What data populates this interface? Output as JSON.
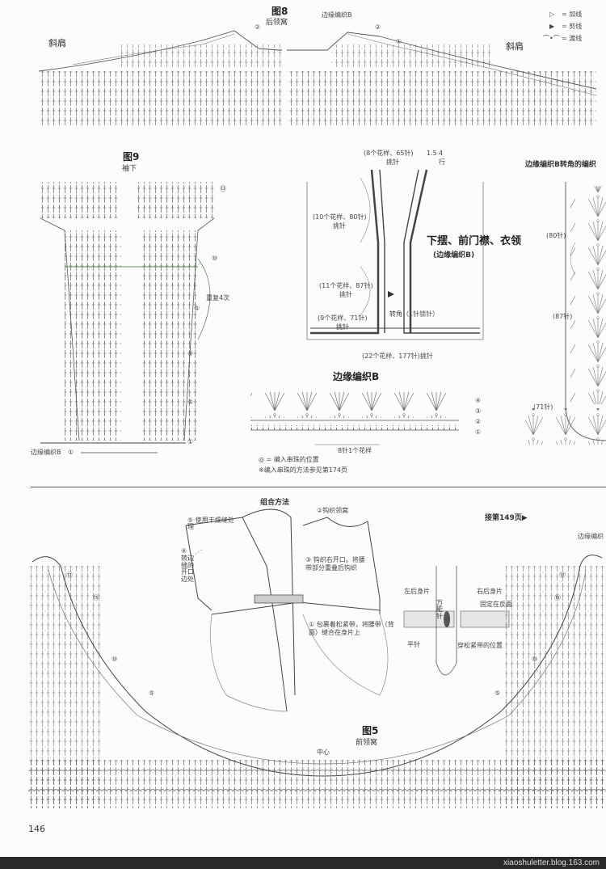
{
  "fig8": {
    "title": "图8",
    "subtitle": "后领窝",
    "left_label": "斜肩",
    "right_label": "斜肩",
    "edge_label": "边缘编织B",
    "markers": [
      "②",
      "②",
      "①"
    ]
  },
  "legend": {
    "add": "= 加线",
    "cut": "= 剪线",
    "chain": "= 渡线",
    "add_sym": "▷",
    "cut_sym": "▶",
    "chain_sym": "⌒•⌒"
  },
  "fig9": {
    "title": "图9",
    "subtitle": "袖下",
    "repeat": "重复4次",
    "edge_label": "边缘编织B",
    "markers": [
      "⑬",
      "⑩",
      "⑤",
      "⑨",
      "⑤",
      "①",
      "①"
    ]
  },
  "schematic": {
    "top": "(8个花样、65针)",
    "top_sub": "挑针",
    "top_right_a": "1.5",
    "top_right_b": "4",
    "top_right_c": "行",
    "left1": "(10个花样、80针)",
    "left1_sub": "挑针",
    "left2": "(11个花样、87针)",
    "left2_sub": "挑针",
    "left3": "(9个花样、71针)",
    "left3_sub": "挑针",
    "corner": "转角（1针锁针）",
    "bottom": "(22个花样、177针)挑针",
    "title": "下摆、前门襟、衣领",
    "title_sub": "(边缘编织B)"
  },
  "edgeB": {
    "title": "边缘编织B",
    "rows": [
      "④",
      "③",
      "②",
      "①"
    ],
    "repeat": "8针1个花样",
    "note1": "◎ = 编入串珠的位置",
    "note2": "※编入串珠的方法参见第174页"
  },
  "cornerB": {
    "title": "边缘编织B转角的编织",
    "c1": "(80针)",
    "c2": "(87针)",
    "c3": "(71针)"
  },
  "assembly": {
    "title": "组合方法",
    "s2": "②钩织领窝",
    "s5": "⑤ 使用干燥缝处理",
    "s4": "④ 转边缝的开口边处",
    "s3": "③ 钩织右开口。将腰带部分重叠后钩织",
    "s1": "① 包裹着松紧带，将腰带（背面）缝合在身片上",
    "left_piece": "左后身片",
    "right_piece": "右后身片",
    "flat": "平针",
    "needle": "万能针",
    "fix": "固定在反面",
    "elastic": "穿松紧带的位置",
    "continue": "接第149页▶",
    "edge_label_right": "边缘编织"
  },
  "fig5": {
    "title": "图5",
    "subtitle": "前领窝",
    "center": "中心",
    "markers_left": [
      "⑰",
      "⑮",
      "⑩",
      "⑤"
    ],
    "markers_right": [
      "⑰",
      "⑮",
      "⑩",
      "⑤"
    ]
  },
  "page_number": "146",
  "watermark": "xiaoshuletter.blog.163.com"
}
